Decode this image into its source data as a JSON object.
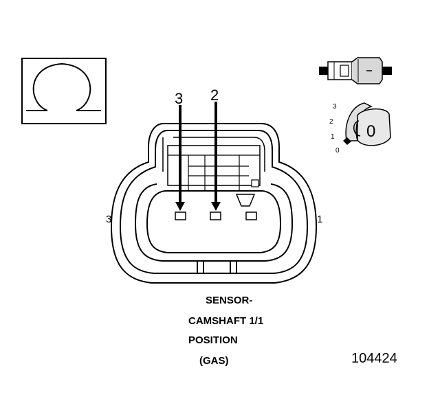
{
  "symbol": {
    "icon": "omega-ohm-icon"
  },
  "connector": {
    "top_labels": {
      "left": "3",
      "right": "2"
    },
    "side_labels": {
      "left": "3",
      "right": "1"
    }
  },
  "inset": {
    "scale": [
      "3",
      "2",
      "1",
      "0"
    ],
    "dial_value": "0"
  },
  "caption": {
    "line1": "SENSOR-",
    "line2": "CAMSHAFT 1/1",
    "line3": "POSITION",
    "line4": "(GAS)"
  },
  "figure_id": "104424"
}
